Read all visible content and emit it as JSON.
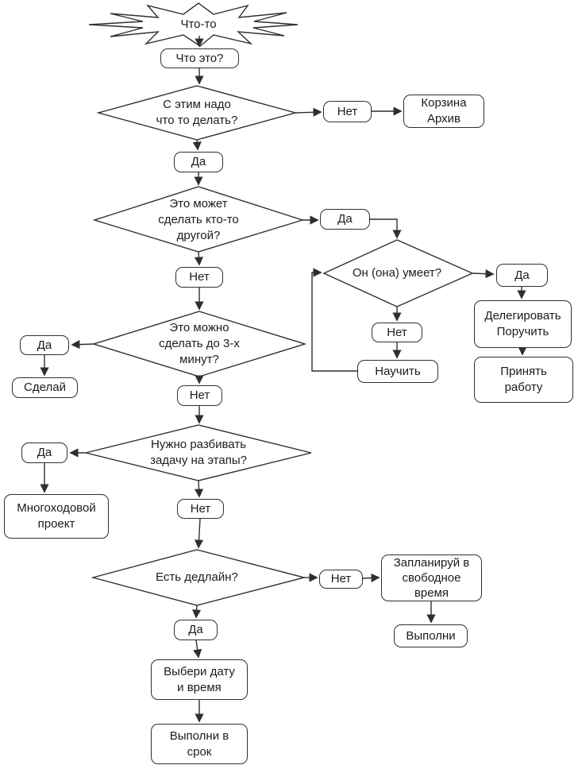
{
  "flowchart": {
    "nodes": {
      "start": "Что-то",
      "what_is_it": "Что это?",
      "need_action_q": "С этим надо\nчто то делать?",
      "no_1": "Нет",
      "trash_archive": "Корзина\nАрхив",
      "yes_1": "Да",
      "someone_else_q": "Это может\nсделать кто-то\nдругой?",
      "yes_2": "Да",
      "knows_how_q": "Он (она) умеет?",
      "yes_3": "Да",
      "delegate": "Делегировать\nПоручить",
      "accept_work": "Принять\nработу",
      "no_3": "Нет",
      "teach": "Научить",
      "no_2": "Нет",
      "three_minutes_q": "Это можно\nсделать до 3-х\nминут?",
      "yes_4": "Да",
      "do_it": "Сделай",
      "no_4": "Нет",
      "split_stages_q": "Нужно разбивать\nзадачу на этапы?",
      "yes_5": "Да",
      "multistep_project": "Многоходовой\nпроект",
      "no_5": "Нет",
      "deadline_q": "Есть дедлайн?",
      "no_6": "Нет",
      "schedule_free_time": "Запланируй в\nсвободное\nвремя",
      "do_task": "Выполни",
      "yes_6": "Да",
      "pick_date_time": "Выбери дату\nи время",
      "do_on_time": "Выполни в\nсрок"
    },
    "edges": [
      {
        "from": "start",
        "to": "what_is_it"
      },
      {
        "from": "what_is_it",
        "to": "need_action_q"
      },
      {
        "from": "need_action_q",
        "to": "no_1"
      },
      {
        "from": "no_1",
        "to": "trash_archive"
      },
      {
        "from": "need_action_q",
        "to": "yes_1"
      },
      {
        "from": "yes_1",
        "to": "someone_else_q"
      },
      {
        "from": "someone_else_q",
        "to": "yes_2"
      },
      {
        "from": "yes_2",
        "to": "knows_how_q"
      },
      {
        "from": "someone_else_q",
        "to": "no_2"
      },
      {
        "from": "no_2",
        "to": "three_minutes_q"
      },
      {
        "from": "knows_how_q",
        "to": "yes_3"
      },
      {
        "from": "yes_3",
        "to": "delegate"
      },
      {
        "from": "delegate",
        "to": "accept_work"
      },
      {
        "from": "knows_how_q",
        "to": "no_3"
      },
      {
        "from": "no_3",
        "to": "teach"
      },
      {
        "from": "teach",
        "to": "knows_how_q"
      },
      {
        "from": "three_minutes_q",
        "to": "yes_4"
      },
      {
        "from": "yes_4",
        "to": "do_it"
      },
      {
        "from": "three_minutes_q",
        "to": "no_4"
      },
      {
        "from": "no_4",
        "to": "split_stages_q"
      },
      {
        "from": "split_stages_q",
        "to": "yes_5"
      },
      {
        "from": "yes_5",
        "to": "multistep_project"
      },
      {
        "from": "split_stages_q",
        "to": "no_5"
      },
      {
        "from": "no_5",
        "to": "deadline_q"
      },
      {
        "from": "deadline_q",
        "to": "no_6"
      },
      {
        "from": "no_6",
        "to": "schedule_free_time"
      },
      {
        "from": "schedule_free_time",
        "to": "do_task"
      },
      {
        "from": "deadline_q",
        "to": "yes_6"
      },
      {
        "from": "yes_6",
        "to": "pick_date_time"
      },
      {
        "from": "pick_date_time",
        "to": "do_on_time"
      }
    ],
    "colors": {
      "stroke": "#2f2f2f",
      "text": "#1c1c1c",
      "background": "#ffffff"
    }
  }
}
